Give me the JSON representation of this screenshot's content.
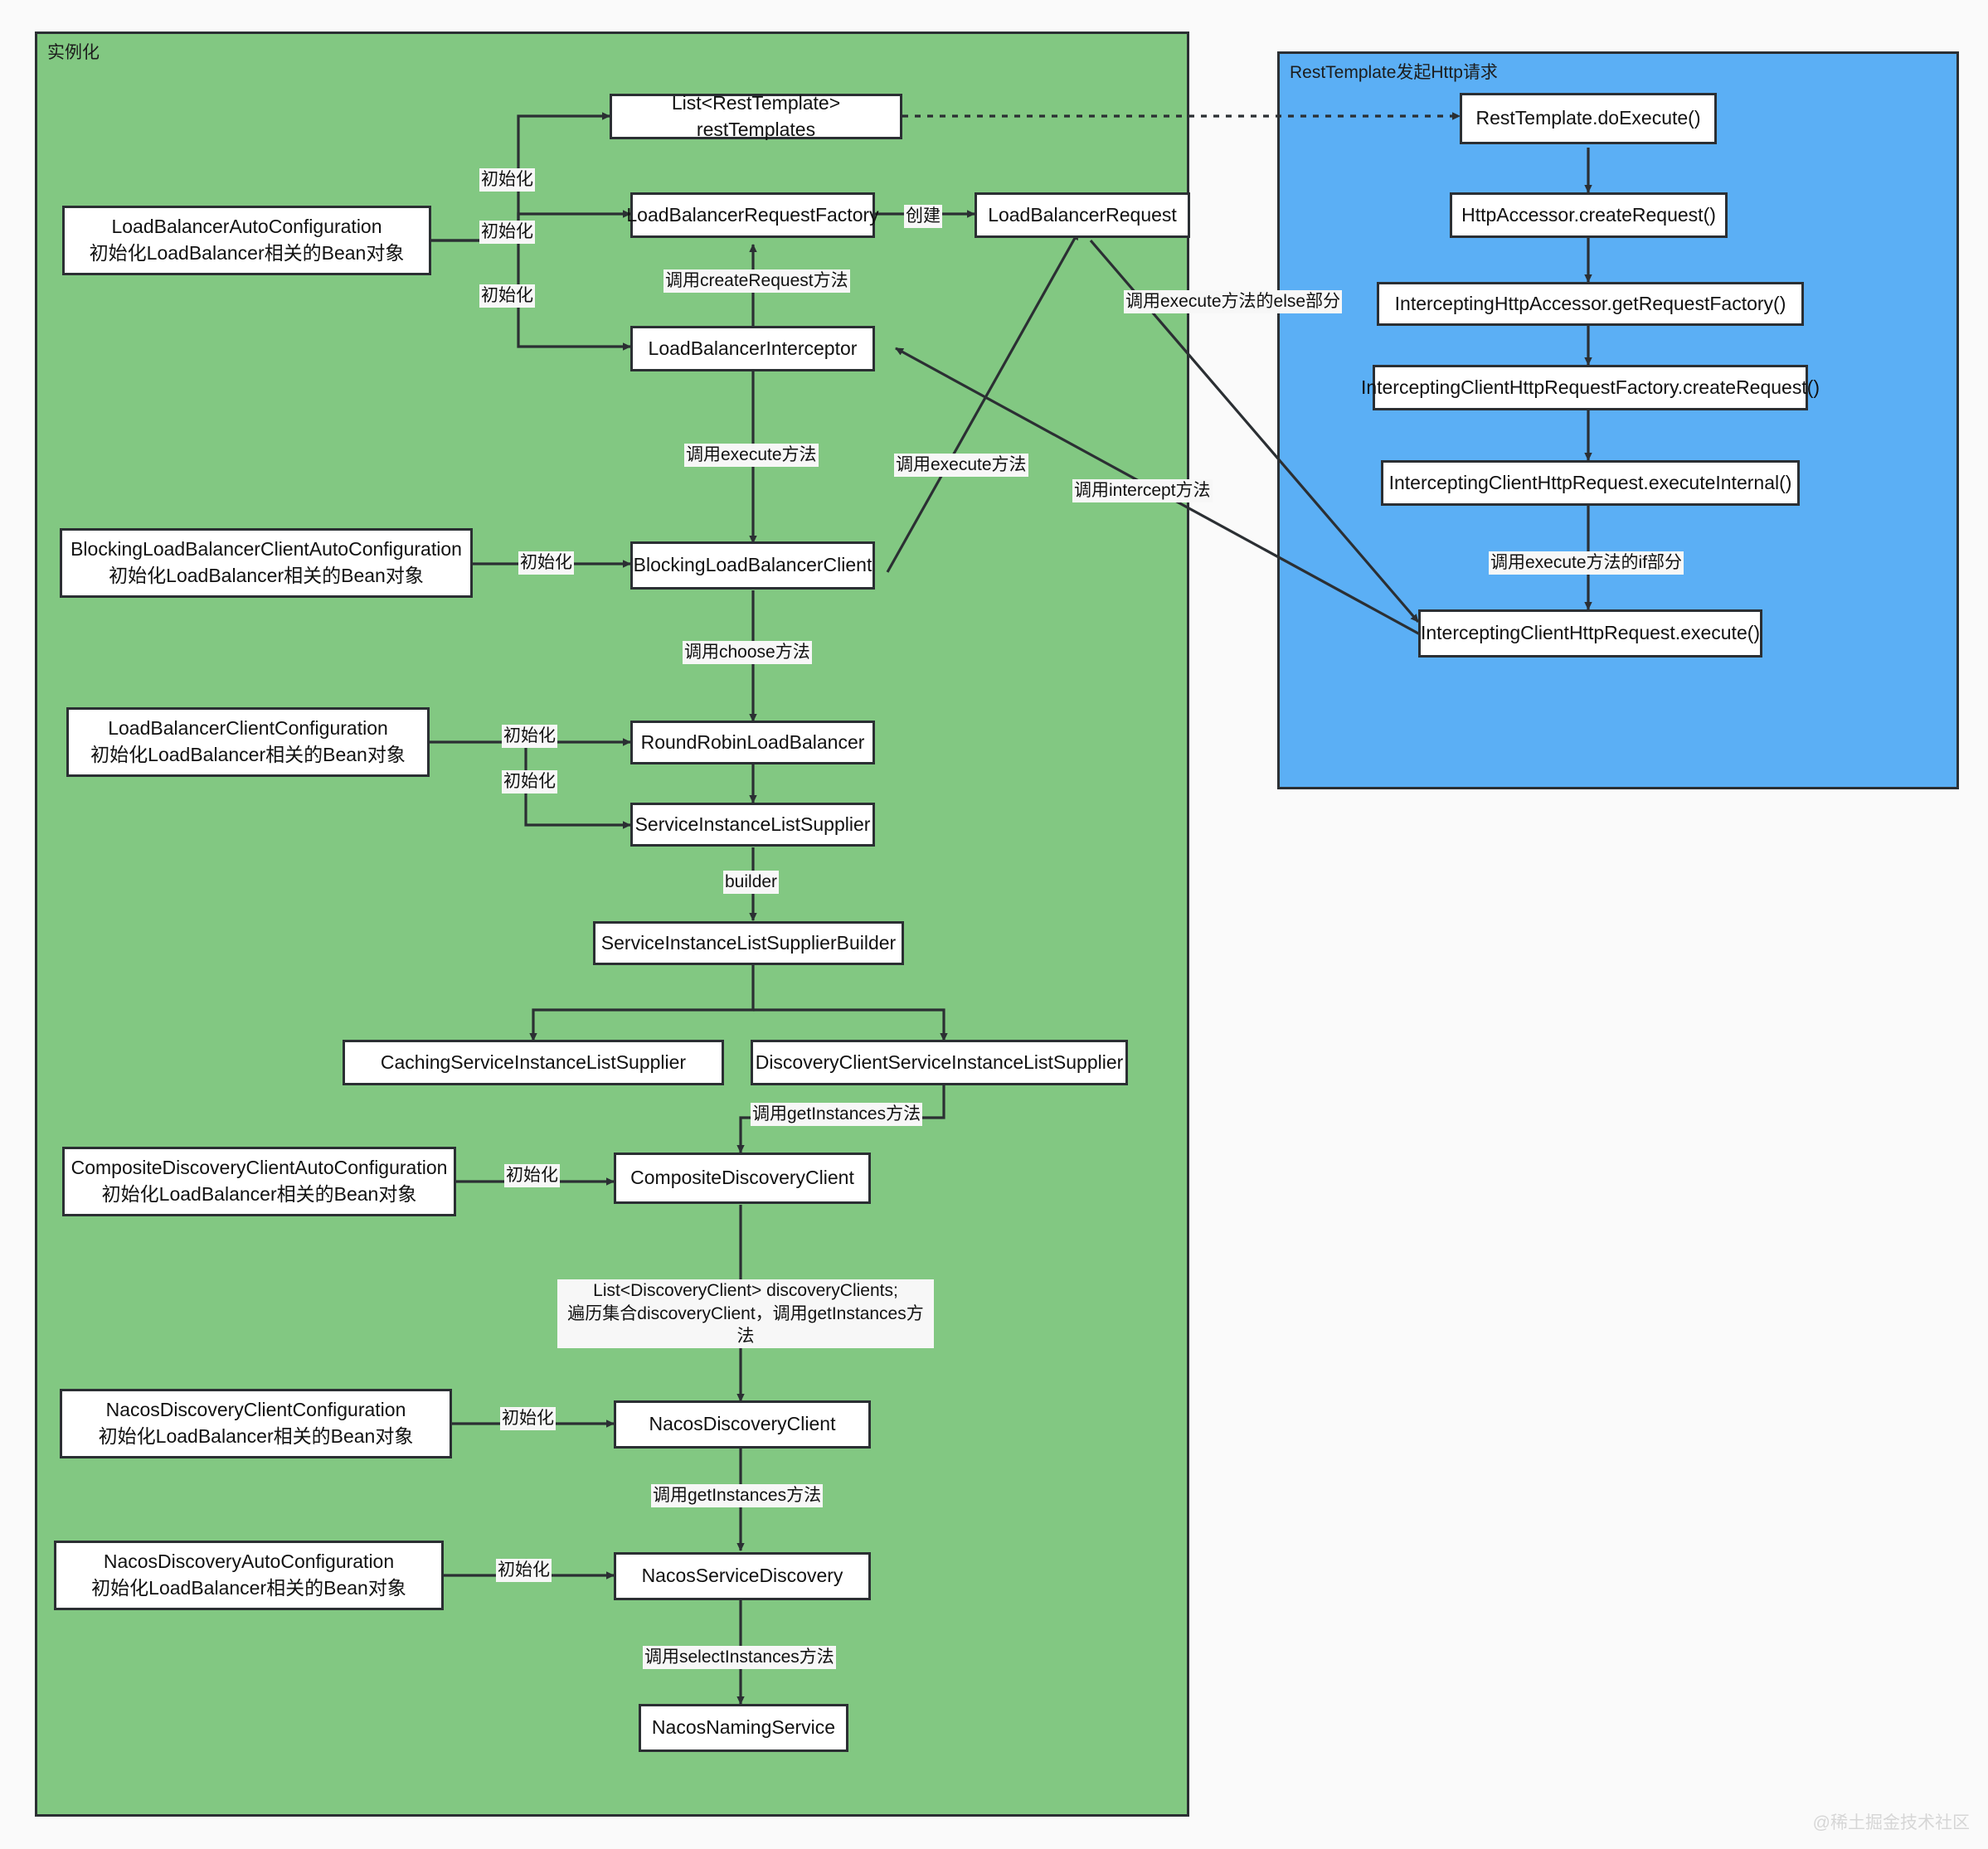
{
  "containers": [
    {
      "id": "green",
      "label": "实例化",
      "color": "#82C882"
    },
    {
      "id": "blue",
      "label": "RestTemplate发起Http请求",
      "color": "#5BAFF5"
    }
  ],
  "nodes": {
    "rest_templates": {
      "line1": "List<RestTemplate> restTemplates"
    },
    "lb_auto_config": {
      "line1": "LoadBalancerAutoConfiguration",
      "line2": "初始化LoadBalancer相关的Bean对象"
    },
    "lb_request_factory": {
      "line1": "LoadBalancerRequestFactory"
    },
    "lb_request": {
      "line1": "LoadBalancerRequest"
    },
    "lb_interceptor": {
      "line1": "LoadBalancerInterceptor"
    },
    "blocking_lb_auto_config": {
      "line1": "BlockingLoadBalancerClientAutoConfiguration",
      "line2": "初始化LoadBalancer相关的Bean对象"
    },
    "blocking_lb_client": {
      "line1": "BlockingLoadBalancerClient"
    },
    "lb_client_config": {
      "line1": "LoadBalancerClientConfiguration",
      "line2": "初始化LoadBalancer相关的Bean对象"
    },
    "round_robin": {
      "line1": "RoundRobinLoadBalancer"
    },
    "sils": {
      "line1": "ServiceInstanceListSupplier"
    },
    "sils_builder": {
      "line1": "ServiceInstanceListSupplierBuilder"
    },
    "caching_sils": {
      "line1": "CachingServiceInstanceListSupplier"
    },
    "discovery_sils": {
      "line1": "DiscoveryClientServiceInstanceListSupplier"
    },
    "composite_auto_config": {
      "line1": "CompositeDiscoveryClientAutoConfiguration",
      "line2": "初始化LoadBalancer相关的Bean对象"
    },
    "composite_client": {
      "line1": "CompositeDiscoveryClient"
    },
    "nacos_client_config": {
      "line1": "NacosDiscoveryClientConfiguration",
      "line2": "初始化LoadBalancer相关的Bean对象"
    },
    "nacos_client": {
      "line1": "NacosDiscoveryClient"
    },
    "nacos_auto_config": {
      "line1": "NacosDiscoveryAutoConfiguration",
      "line2": "初始化LoadBalancer相关的Bean对象"
    },
    "nacos_service_discovery": {
      "line1": "NacosServiceDiscovery"
    },
    "nacos_naming_service": {
      "line1": "NacosNamingService"
    },
    "rest_do_execute": {
      "line1": "RestTemplate.doExecute()"
    },
    "http_accessor_create": {
      "line1": "HttpAccessor.createRequest()"
    },
    "intercepting_get_factory": {
      "line1": "InterceptingHttpAccessor.getRequestFactory()"
    },
    "intercepting_factory_create": {
      "line1": "InterceptingClientHttpRequestFactory.createRequest()"
    },
    "intercepting_execute_internal": {
      "line1": "InterceptingClientHttpRequest.executeInternal()"
    },
    "intercepting_execute": {
      "line1": "InterceptingClientHttpRequest.execute()"
    }
  },
  "edge_labels": {
    "init_1": "初始化",
    "init_2": "初始化",
    "init_3": "初始化",
    "create": "创建",
    "call_create_request": "调用createRequest方法",
    "call_execute_vertical": "调用execute方法",
    "call_execute_diagonal": "调用execute方法",
    "call_execute_else": "调用execute方法的else部分",
    "call_intercept": "调用intercept方法",
    "call_execute_if": "调用execute方法的if部分",
    "init_blocking": "初始化",
    "call_choose": "调用choose方法",
    "init_rr": "初始化",
    "init_sils": "初始化",
    "builder": "builder",
    "call_get_instances_1": "调用getInstances方法",
    "init_composite": "初始化",
    "discovery_clients_l1": "List<DiscoveryClient> discoveryClients;",
    "discovery_clients_l2": "遍历集合discoveryClient，调用getInstances方法",
    "init_nacos_client": "初始化",
    "call_get_instances_2": "调用getInstances方法",
    "init_nacos_auto": "初始化",
    "call_select_instances": "调用selectInstances方法"
  },
  "watermark": "@稀土掘金技术社区"
}
